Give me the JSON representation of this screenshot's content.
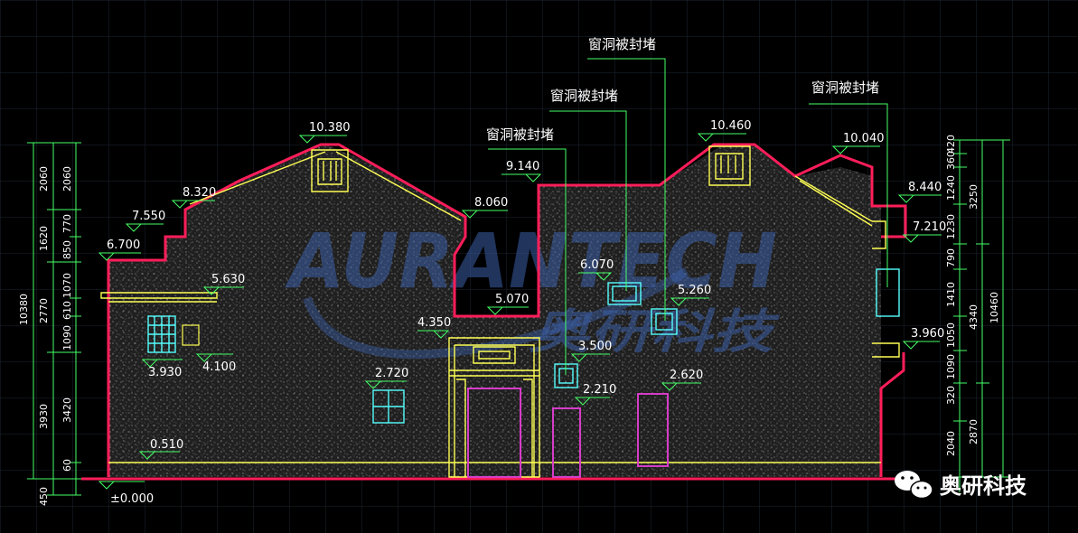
{
  "levels": {
    "ridge_left": "10.380",
    "ridge_mid": "10.460",
    "ridge_right": "10.040",
    "eave_l1": "8.320",
    "eave_l2": "7.550",
    "eave_l3": "6.700",
    "cornice": "5.630",
    "win_top_left": "3.930",
    "win_sill_left": "4.100",
    "win_small_left": "2.720",
    "floor_line": "0.510",
    "ground": "±0.000",
    "valley_top": "8.060",
    "valley_bottom": "5.070",
    "gate_top": "4.350",
    "mid_gable": "9.140",
    "sealed_1": "6.070",
    "sealed_2": "5.260",
    "sealed_3": "3.500",
    "door_mid": "2.210",
    "door_right": "2.620",
    "right_1": "8.440",
    "right_2": "7.210",
    "right_3": "3.960"
  },
  "notes": {
    "window_sealed": "窗洞被封堵"
  },
  "dims": {
    "left_outer": [
      "450",
      "3930",
      "2770",
      "1620",
      "2060"
    ],
    "left_total": "10380",
    "left_inner": [
      "60",
      "3420",
      "1090",
      "610",
      "1070",
      "850",
      "770",
      "2060"
    ],
    "right_inner": [
      "2040",
      "320",
      "1090",
      "1050",
      "1410",
      "790",
      "1230",
      "1240",
      "360",
      "420"
    ],
    "right_outer": [
      "2870",
      "4340",
      "3250"
    ],
    "right_total": "10460"
  },
  "watermark": {
    "latin": "AURANTECH",
    "cjk": "奥研科技"
  },
  "badge": {
    "label": "奥研科技"
  },
  "colors": {
    "outline": "#ff1e5a",
    "detail": "#ffff55",
    "marker": "#44ff66",
    "window": "#55ffff",
    "door": "#d63cc8",
    "grid": "#1c2430"
  }
}
